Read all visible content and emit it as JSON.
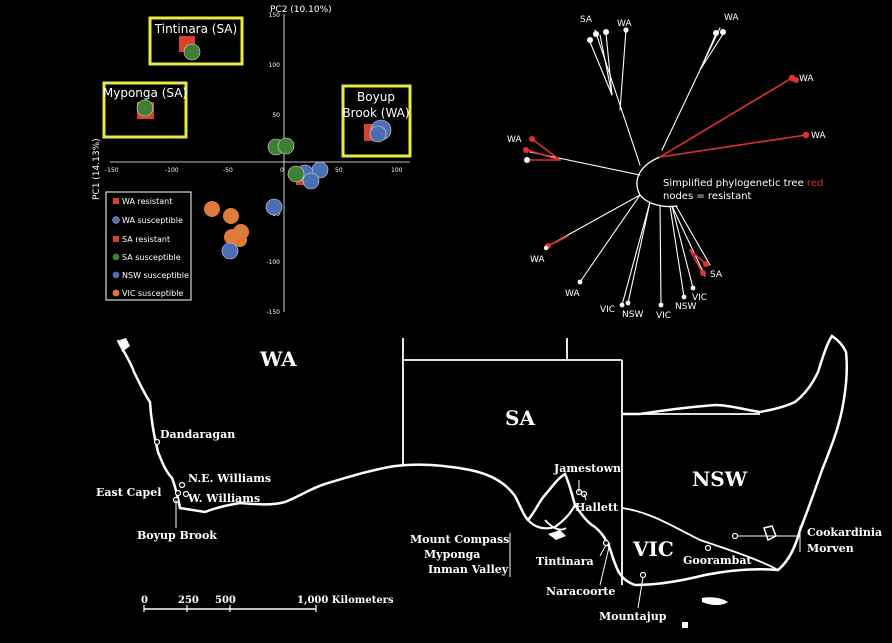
{
  "pca": {
    "x_axis_label": "PC2 (10.10%)",
    "y_axis_label": "PC1 (14.13%)",
    "x_ticks": [
      "-150",
      "-100",
      "-50",
      "0",
      "50",
      "100"
    ],
    "y_ticks": [
      "150",
      "100",
      "50",
      "-50",
      "-100",
      "-150"
    ],
    "highlight_boxes": [
      {
        "label": "Tintinara (SA)"
      },
      {
        "label": "Myponga (SA)"
      },
      {
        "label_line1": "Boyup",
        "label_line2": "Brook (WA)"
      }
    ],
    "legend": [
      {
        "label": "WA resistant",
        "color": "#d9402b",
        "shape": "square"
      },
      {
        "label": "WA susceptible",
        "color": "#4a6fb5",
        "shape": "circle"
      },
      {
        "label": "SA resistant",
        "color": "#d9402b",
        "shape": "square"
      },
      {
        "label": "SA susceptible",
        "color": "#3f7f34",
        "shape": "circle"
      },
      {
        "label": "NSW susceptible",
        "color": "#4a6fb5",
        "shape": "circle"
      },
      {
        "label": "VIC susceptible",
        "color": "#e07a3a",
        "shape": "circle"
      }
    ]
  },
  "tree": {
    "caption_line1_prefix": "Simplified phylogenetic tree ",
    "caption_red_word": "red",
    "caption_line2": "nodes = resistant",
    "tip_labels": [
      "SA",
      "WA",
      "WA",
      "WA",
      "WA",
      "WA",
      "WA",
      "WA",
      "SA",
      "VIC",
      "NSW",
      "VIC",
      "NSW",
      "VIC"
    ],
    "resistant_color": "#e03131"
  },
  "map": {
    "states": [
      "WA",
      "SA",
      "NSW",
      "VIC"
    ],
    "sites": [
      "Dandaragan",
      "N.E. Williams",
      "East Capel",
      "W. Williams",
      "Boyup Brook",
      "Jamestown",
      "Hallett",
      "Mount Compass",
      "Myponga",
      "Inman Valley",
      "Tintinara",
      "Naracoorte",
      "Mountajup",
      "Goorambat",
      "Cookardinia",
      "Morven"
    ],
    "scale": {
      "ticks": [
        "0",
        "250",
        "500",
        "1,000 Kilometers"
      ]
    }
  },
  "colors": {
    "background": "#000000",
    "highlight": "#e8e84a",
    "line": "#ffffff"
  }
}
